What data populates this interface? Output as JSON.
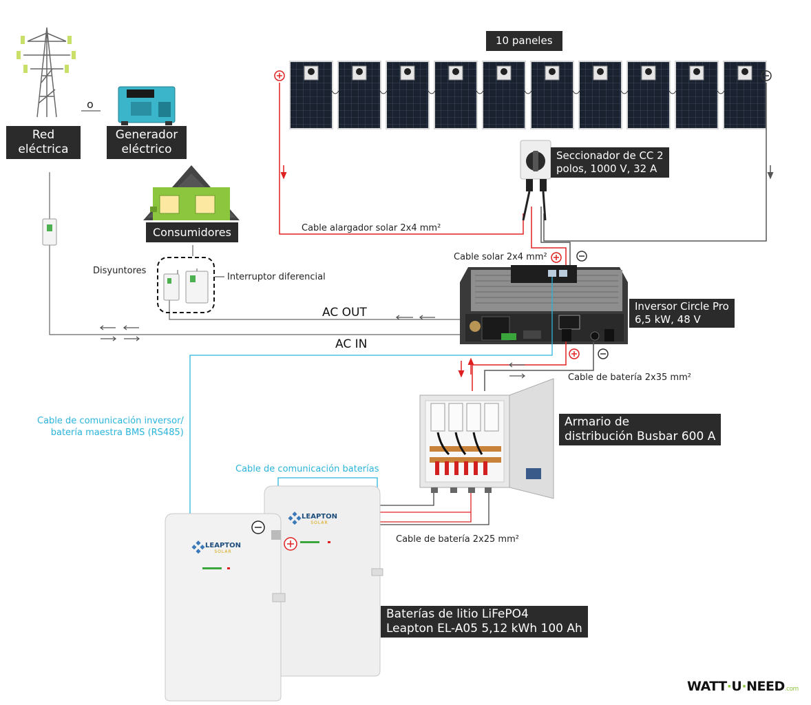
{
  "panels": {
    "label": "10 paneles",
    "count": 10,
    "plus": "+",
    "minus": "−"
  },
  "grid": {
    "label_line1": "Red",
    "label_line2": "eléctrica"
  },
  "generator": {
    "label_line1": "Generador",
    "label_line2": "eléctrico",
    "switch_symbol": "o"
  },
  "house": {
    "label": "Consumidores"
  },
  "protection": {
    "breakers": "Disyuntores",
    "rcd": "Interruptor diferencial"
  },
  "disconnector": {
    "line1": "Seccionador de CC 2",
    "line2": "polos, 1000 V, 32 A"
  },
  "cables": {
    "solar_extension": "Cable alargador solar 2x4 mm²",
    "solar": "Cable solar 2x4 mm²",
    "battery_35": "Cable de batería 2x35 mm²",
    "battery_25": "Cable de batería 2x25 mm²",
    "comm_batteries": "Cable de comunicación baterías",
    "comm_inverter_line1": "Cable de comunicación inversor/",
    "comm_inverter_line2": "batería maestra BMS (RS485)"
  },
  "ac": {
    "out": "AC OUT",
    "in": "AC IN"
  },
  "inverter": {
    "line1": "Inversor Circle Pro",
    "line2": "6,5 kW, 48 V",
    "plus": "+",
    "minus": "−"
  },
  "busbar": {
    "line1": "Armario de",
    "line2": "distribución Busbar 600 A"
  },
  "batteries": {
    "line1": "Baterías de litio LiFePO4",
    "line2": "Leapton EL-A05 5,12 kWh 100 Ah",
    "brand": "LEAPTON",
    "brand_sub": "SOLAR",
    "plus": "+",
    "minus": "−"
  },
  "logo": {
    "part1": "WATT",
    "part2": "U",
    "part3": "NEED",
    "suffix": ".com"
  },
  "colors": {
    "positive": "#e02020",
    "negative": "#444444",
    "comm": "#2ab4dc",
    "accent": "#8cc63f"
  }
}
